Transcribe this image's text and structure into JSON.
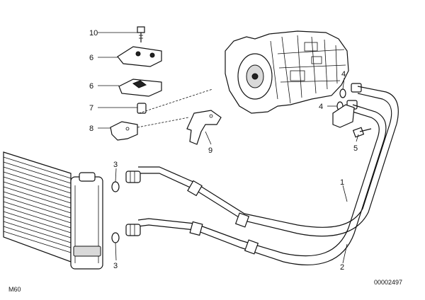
{
  "callouts": {
    "p10": "10",
    "p6a": "6",
    "p6b": "6",
    "p7": "7",
    "p8": "8",
    "p9": "9",
    "p3a": "3",
    "p3b": "3",
    "p4a": "4",
    "p4b": "4",
    "p5": "5",
    "p1": "1",
    "p2": "2"
  },
  "footer": {
    "model": "M60",
    "drawing_number": "00002497"
  }
}
